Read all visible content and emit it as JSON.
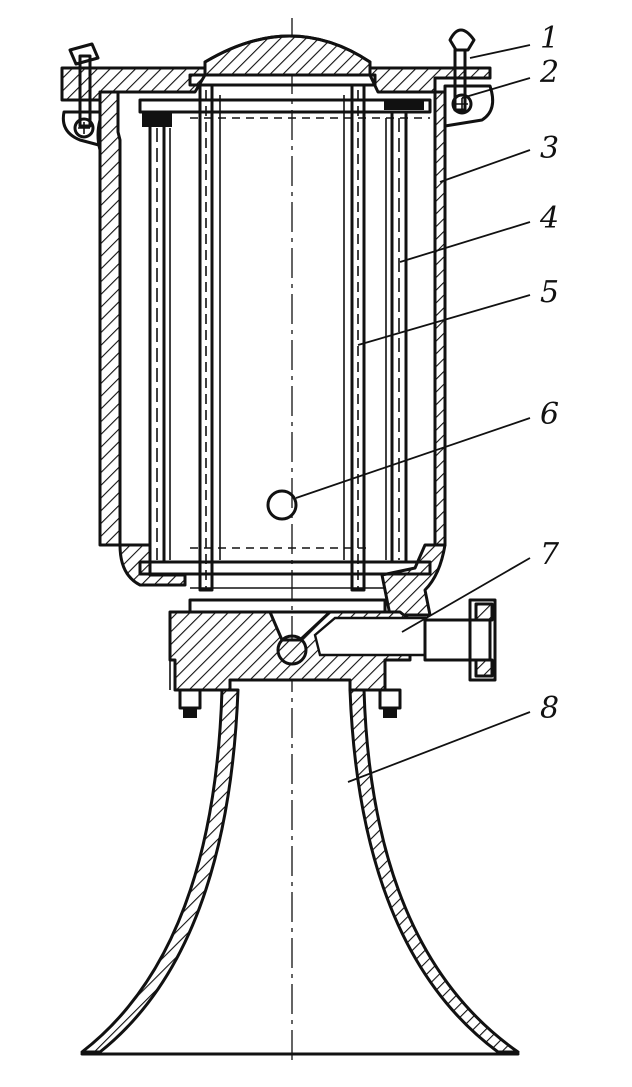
{
  "labels": [
    {
      "text": "1"
    },
    {
      "text": "2"
    },
    {
      "text": "3"
    },
    {
      "text": "4"
    },
    {
      "text": "5"
    },
    {
      "text": "6"
    },
    {
      "text": "7"
    },
    {
      "text": "8"
    }
  ],
  "colors": {
    "ink": "#111111",
    "paper": "#ffffff"
  }
}
